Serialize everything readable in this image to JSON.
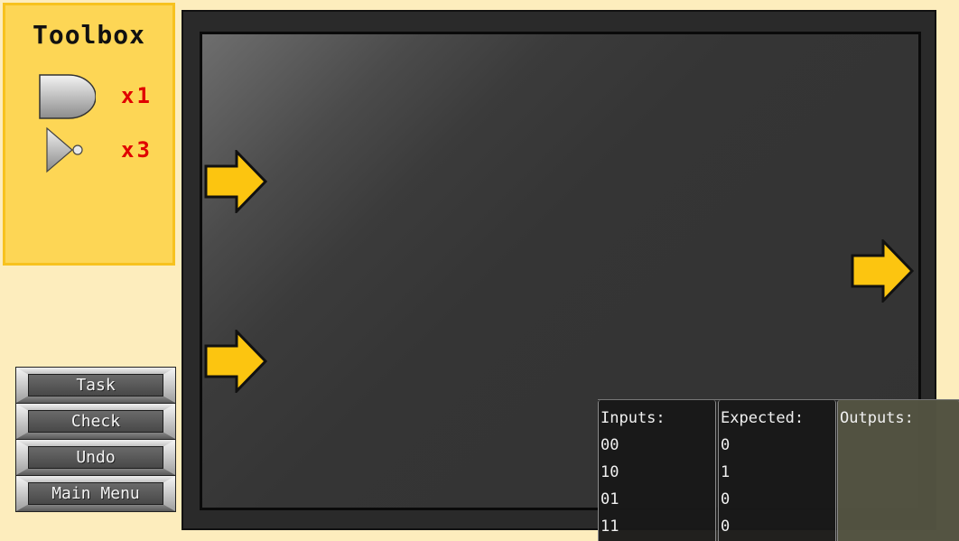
{
  "toolbox": {
    "title": "Toolbox",
    "tools": [
      {
        "icon": "and-gate-icon",
        "count": "x1"
      },
      {
        "icon": "not-gate-icon",
        "count": "x3"
      }
    ]
  },
  "menu": {
    "task": "Task",
    "check": "Check",
    "undo": "Undo",
    "main_menu": "Main Menu"
  },
  "board": {
    "inputs": [
      "input-arrow-icon",
      "input-arrow-icon"
    ],
    "outputs": [
      "output-arrow-icon"
    ],
    "colors": {
      "arrow": "#fcc510",
      "arrow_border": "#111111",
      "toolbox": "#fdd655",
      "count": "#e00000"
    }
  },
  "truth_table": {
    "headers": {
      "inputs": "Inputs:",
      "expected": "Expected:",
      "outputs": "Outputs:"
    },
    "rows": [
      {
        "input": "00",
        "expected": "0",
        "output": ""
      },
      {
        "input": "10",
        "expected": "1",
        "output": ""
      },
      {
        "input": "01",
        "expected": "0",
        "output": ""
      },
      {
        "input": "11",
        "expected": "0",
        "output": ""
      }
    ]
  }
}
